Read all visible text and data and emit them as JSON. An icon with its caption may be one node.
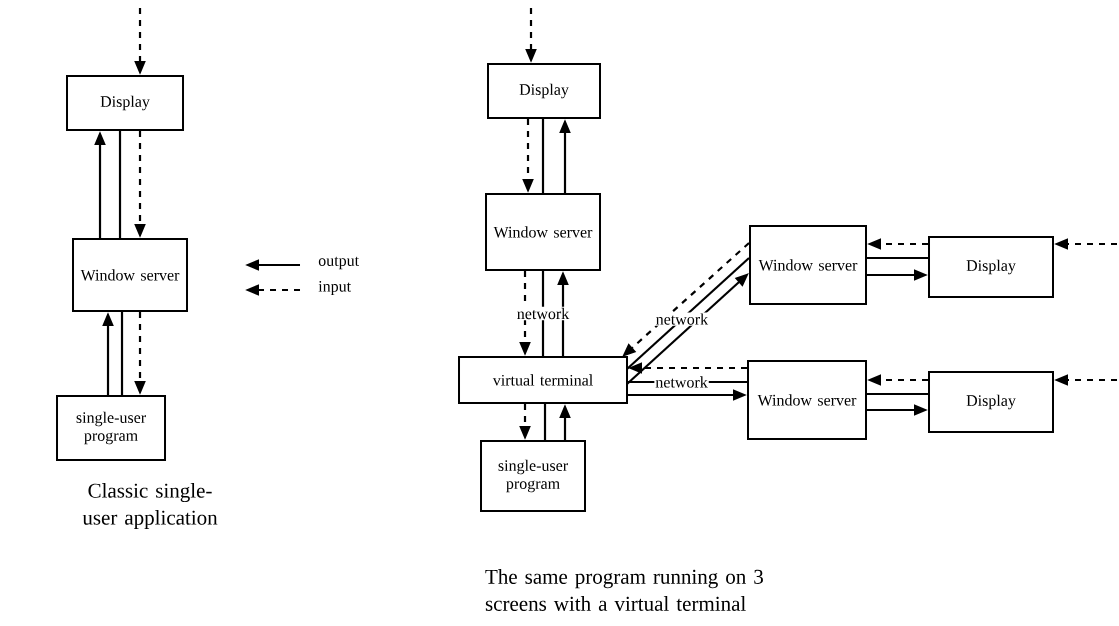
{
  "diagram": {
    "nodes": [
      {
        "text": [
          "Display"
        ]
      },
      {
        "text": [
          "Window server"
        ]
      },
      {
        "text": [
          "single-user program"
        ]
      },
      {
        "text": [
          "Display"
        ]
      },
      {
        "text": [
          "Window server"
        ]
      },
      {
        "text": [
          "virtual terminal"
        ]
      },
      {
        "text": [
          "single-user program"
        ]
      },
      {
        "text": [
          "Window server"
        ]
      },
      {
        "text": [
          "Display"
        ]
      },
      {
        "text": [
          "Window server"
        ]
      },
      {
        "text": [
          "Display"
        ]
      }
    ],
    "edges": [
      {
        "from": null,
        "to": 0,
        "arrow": "to",
        "style": "dashed"
      },
      {
        "from": 1,
        "to": 0,
        "arrow": "to"
      },
      {
        "from": 1,
        "to": 0,
        "arrow": "none"
      },
      {
        "from": 0,
        "to": 1,
        "arrow": "to",
        "style": "dashed"
      },
      {
        "from": 2,
        "to": 1,
        "arrow": "to"
      },
      {
        "from": 2,
        "to": 1,
        "arrow": "none"
      },
      {
        "from": 1,
        "to": 2,
        "arrow": "to",
        "style": "dashed"
      },
      {
        "from": null,
        "to": 3,
        "arrow": "to",
        "style": "dashed"
      },
      {
        "from": 3,
        "to": 4,
        "arrow": "to",
        "style": "dashed"
      },
      {
        "from": 4,
        "to": 3,
        "arrow": "none"
      },
      {
        "from": 4,
        "to": 3,
        "arrow": "to"
      },
      {
        "from": 4,
        "to": 5,
        "arrow": "to",
        "style": "dashed"
      },
      {
        "from": 4,
        "to": 5,
        "arrow": "none",
        "label": "network"
      },
      {
        "from": 5,
        "to": 4,
        "arrow": "to"
      },
      {
        "from": 5,
        "to": 6,
        "arrow": "to",
        "style": "dashed"
      },
      {
        "from": 6,
        "to": 5,
        "arrow": "none"
      },
      {
        "from": 6,
        "to": 5,
        "arrow": "to"
      },
      {
        "from": 7,
        "to": 5,
        "arrow": "to",
        "style": "dashed"
      },
      {
        "from": 7,
        "to": 5,
        "arrow": "none",
        "label": "network"
      },
      {
        "from": 5,
        "to": 7,
        "arrow": "to"
      },
      {
        "from": 9,
        "to": 5,
        "arrow": "to",
        "style": "dashed"
      },
      {
        "from": 5,
        "to": 9,
        "arrow": "none",
        "label": "network"
      },
      {
        "from": 5,
        "to": 9,
        "arrow": "to"
      },
      {
        "from": 8,
        "to": 7,
        "arrow": "to",
        "style": "dashed"
      },
      {
        "from": 7,
        "to": 8,
        "arrow": "none"
      },
      {
        "from": 7,
        "to": 8,
        "arrow": "to"
      },
      {
        "from": null,
        "to": 8,
        "arrow": "to",
        "style": "dashed"
      },
      {
        "from": 10,
        "to": 9,
        "arrow": "to",
        "style": "dashed"
      },
      {
        "from": 9,
        "to": 10,
        "arrow": "none"
      },
      {
        "from": 9,
        "to": 10,
        "arrow": "to"
      },
      {
        "from": null,
        "to": 10,
        "arrow": "to",
        "style": "dashed"
      }
    ],
    "labels": [
      "Classic single-user application",
      "The same program running on 3 screens with a virtual terminal"
    ],
    "legend": [
      {
        "text": "output"
      },
      {
        "text": "input"
      }
    ]
  }
}
